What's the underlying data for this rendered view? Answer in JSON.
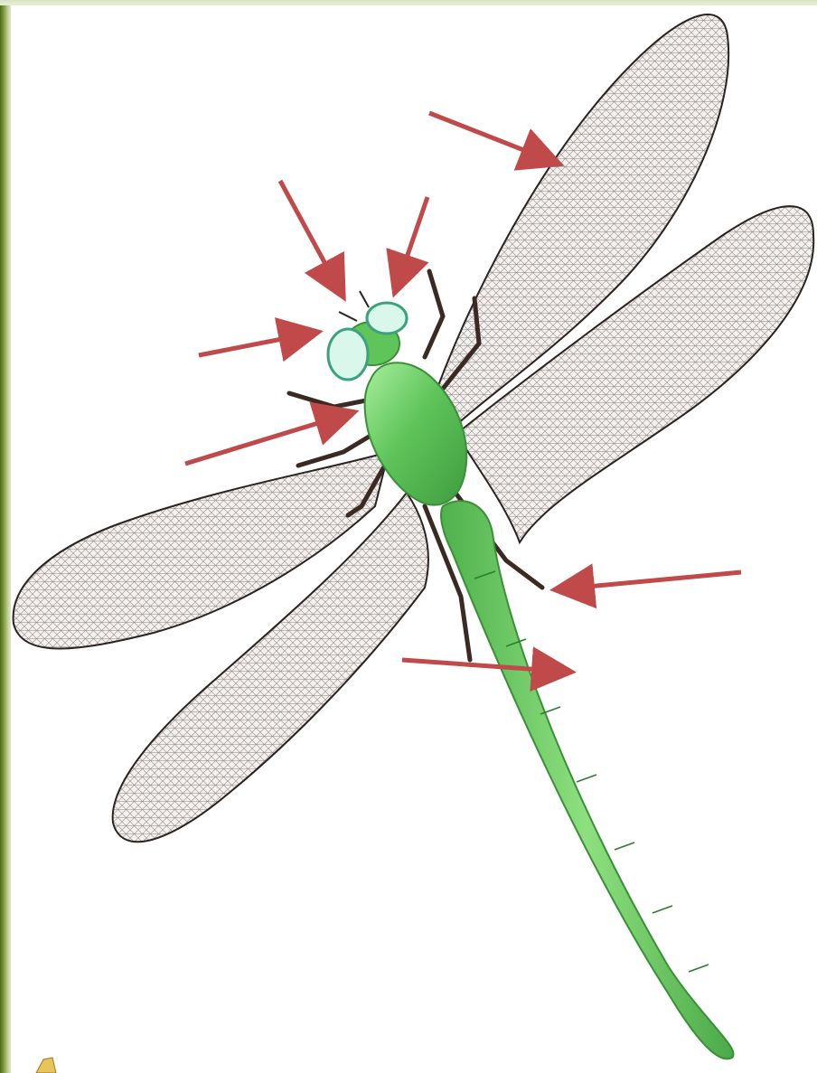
{
  "figure": {
    "subject": "dragonfly",
    "body_color": "#5fc45a",
    "body_highlight": "#b4f0a8",
    "eye_color": "#d9f7ea",
    "arrow_color": "#c0494a",
    "wing_vein_color": "#2a2320",
    "arrows": [
      {
        "id": "wing-arrow",
        "points_to": "forewing"
      },
      {
        "id": "antenna-left-arrow",
        "points_to": "antenna"
      },
      {
        "id": "antenna-right-arrow",
        "points_to": "antenna"
      },
      {
        "id": "eye-arrow",
        "points_to": "compound eye"
      },
      {
        "id": "thorax-arrow",
        "points_to": "thorax"
      },
      {
        "id": "leg-arrow",
        "points_to": "leg"
      },
      {
        "id": "abdomen-arrow",
        "points_to": "abdomen"
      }
    ]
  }
}
